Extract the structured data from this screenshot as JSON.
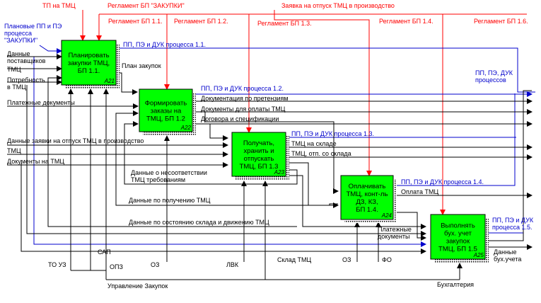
{
  "colors": {
    "box_fill": "#00ff00",
    "control_red": "#ff0000",
    "output_blue": "#0000cc",
    "line": "#000000"
  },
  "boxes": [
    {
      "lines": [
        "Планировать",
        "закупки ТМЦ,",
        "БП 1.1."
      ],
      "id": "А21"
    },
    {
      "lines": [
        "Формировать",
        "заказы на",
        "ТМЦ, БП 1.2"
      ],
      "id": "А22"
    },
    {
      "lines": [
        "Получать,",
        "хранить и",
        "отпускать",
        "ТМЦ, БП 1.3"
      ],
      "id": "А23"
    },
    {
      "lines": [
        "Оплачивать",
        "ТМЦ, конт-ль",
        "ДЗ, КЗ,",
        "БП 1.4."
      ],
      "id": "А24"
    },
    {
      "lines": [
        "Выполнять",
        "бух. учет",
        "закупок",
        "ТМЦ, БП 1.5"
      ],
      "id": "А25"
    }
  ],
  "controls_red": {
    "tp": "ТП на ТМЦ",
    "reg_zakupki": "Регламент БП \"ЗАКУПКИ\"",
    "reg11": "Регламент БП 1.1.",
    "reg12": "Регламент БП 1.2.",
    "reg13": "Регламент БП 1.3.",
    "zayavka": "Заявка на отпуск ТМЦ в производство",
    "reg14": "Регламент БП 1.4.",
    "reg16": "Регламент БП 1.6."
  },
  "blue_labels": {
    "plan_in": "Плановые ПП и ПЭ\nпроцесса\n\"ЗАКУПКИ\"",
    "out11": "ПП, ПЭ и ДУК процесса 1.1.",
    "out12": "ПП, ПЭ  и ДУК процесса 1.2.",
    "out13": "ПП, ПЭ и ДУК процесса 1.3.",
    "out14": "ПП, ПЭ и ДУК процесса 1.4.",
    "out15": "ПП, ПЭ и ДУК\nпроцесса 1.5.",
    "out_all": "ПП, ПЭ, ДУК\nпроцессов"
  },
  "labels": {
    "data_suppliers": "Данные\nпоставщиков",
    "tmc_in1": "ТМЦ",
    "need": "Потребность\nв ТМЦ",
    "plan": "План закупок",
    "payment_docs": "Платежные документы",
    "claims": "Документация по претензиям",
    "pay_docs": "Документы для оплаты ТМЦ",
    "contracts": "Договора и спецификации",
    "request_data": "Данные заявки на отпуск ТМЦ в производство",
    "tmc_in2": "ТМЦ",
    "tmc_docs": "Документы на ТМЦ",
    "tmc_store": "ТМЦ на складе",
    "tmc_out": "ТМЦ, отп. со склада",
    "mismatch": "Данные о несоответствии\nТМЦ  требованиям",
    "pay": "Оплата ТМЦ",
    "receive_data": "Данные по получению ТМЦ",
    "store_data": "Данные по состоянию склада и движению ТМЦ",
    "pay_docs2": "Платежные\nдокументы",
    "acc_data": "Данные\nбух.учета"
  },
  "mechanisms": {
    "to": "ТО УЗ",
    "sap": "САП",
    "opz": "ОПЗ",
    "oz1": "ОЗ",
    "lvk": "ЛВК",
    "sklad": "Склад ТМЦ",
    "oz2": "ОЗ",
    "fo": "ФО",
    "mgmt": "Управление Закупок",
    "buh": "Бухгалтерия"
  }
}
